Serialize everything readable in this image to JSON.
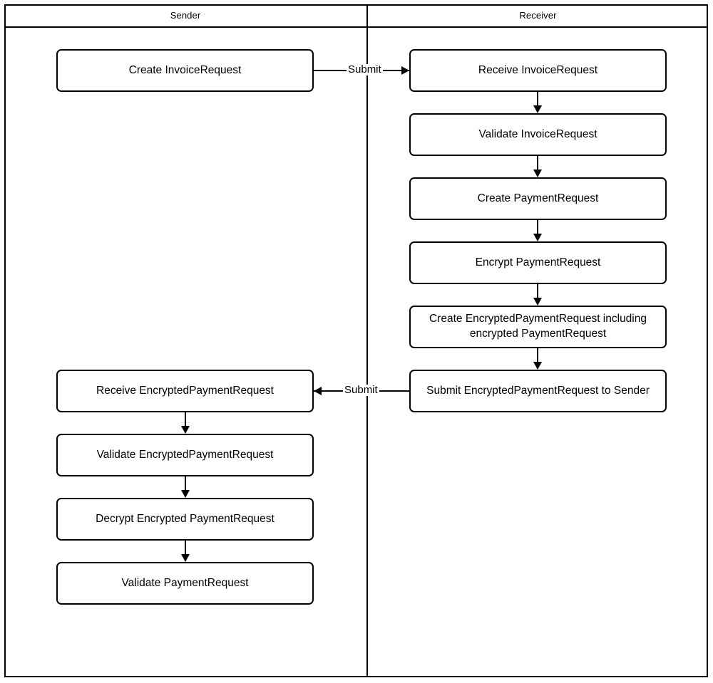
{
  "diagram": {
    "type": "bpmn-swimlane-flowchart",
    "colors": {
      "stroke": "#000000",
      "fill": "#ffffff",
      "text": "#000000"
    },
    "lanes": [
      {
        "id": "sender",
        "label": "Sender"
      },
      {
        "id": "receiver",
        "label": "Receiver"
      }
    ],
    "tasks": [
      {
        "id": "t1",
        "lane": "sender",
        "label": "Create InvoiceRequest"
      },
      {
        "id": "t2",
        "lane": "receiver",
        "label": "Receive InvoiceRequest"
      },
      {
        "id": "t3",
        "lane": "receiver",
        "label": "Validate InvoiceRequest"
      },
      {
        "id": "t4",
        "lane": "receiver",
        "label": "Create PaymentRequest"
      },
      {
        "id": "t5",
        "lane": "receiver",
        "label": "Encrypt PaymentRequest"
      },
      {
        "id": "t6",
        "lane": "receiver",
        "label": "Create EncryptedPaymentRequest including encrypted PaymentRequest"
      },
      {
        "id": "t7",
        "lane": "receiver",
        "label": "Submit EncryptedPaymentRequest to Sender"
      },
      {
        "id": "t8",
        "lane": "sender",
        "label": "Receive EncryptedPaymentRequest"
      },
      {
        "id": "t9",
        "lane": "sender",
        "label": "Validate EncryptedPaymentRequest"
      },
      {
        "id": "t10",
        "lane": "sender",
        "label": "Decrypt Encrypted PaymentRequest"
      },
      {
        "id": "t11",
        "lane": "sender",
        "label": "Validate PaymentRequest"
      }
    ],
    "flows": [
      {
        "id": "f1",
        "from": "t1",
        "to": "t2",
        "label": "Submit",
        "direction": "right"
      },
      {
        "id": "f2",
        "from": "t2",
        "to": "t3",
        "label": "",
        "direction": "down"
      },
      {
        "id": "f3",
        "from": "t3",
        "to": "t4",
        "label": "",
        "direction": "down"
      },
      {
        "id": "f4",
        "from": "t4",
        "to": "t5",
        "label": "",
        "direction": "down"
      },
      {
        "id": "f5",
        "from": "t5",
        "to": "t6",
        "label": "",
        "direction": "down"
      },
      {
        "id": "f6",
        "from": "t6",
        "to": "t7",
        "label": "",
        "direction": "down"
      },
      {
        "id": "f7",
        "from": "t7",
        "to": "t8",
        "label": "Submit",
        "direction": "left"
      },
      {
        "id": "f8",
        "from": "t8",
        "to": "t9",
        "label": "",
        "direction": "down"
      },
      {
        "id": "f9",
        "from": "t9",
        "to": "t10",
        "label": "",
        "direction": "down"
      },
      {
        "id": "f10",
        "from": "t10",
        "to": "t11",
        "label": "",
        "direction": "down"
      }
    ]
  }
}
